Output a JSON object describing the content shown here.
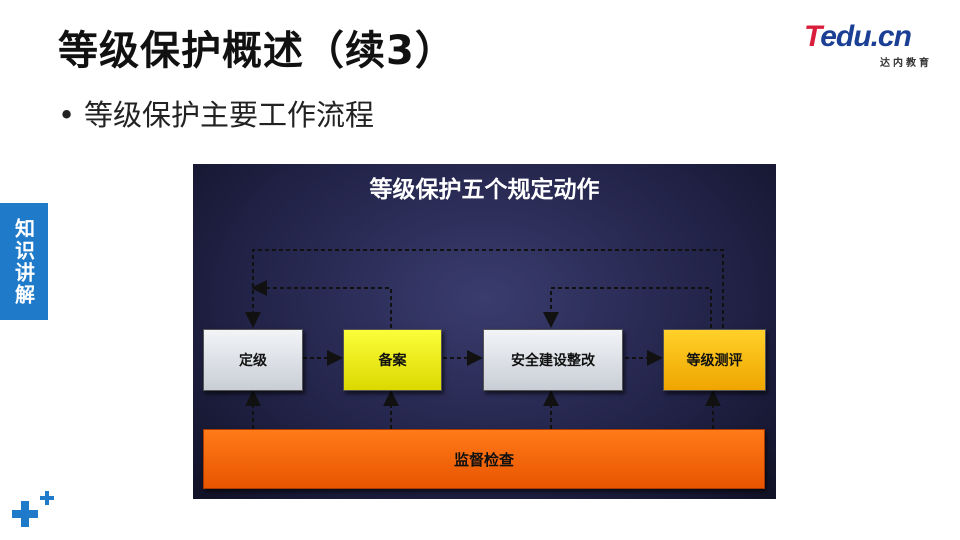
{
  "slide": {
    "title": "等级保护概述（续3）",
    "bullet": "等级保护主要工作流程",
    "side_tab": "知识讲解"
  },
  "logo": {
    "main_t": "T",
    "main_edu": "edu",
    "main_cn": ".cn",
    "sub": "达内教育",
    "colors": {
      "red": "#d81e3a",
      "blue": "#1b3f95"
    }
  },
  "diagram": {
    "title": "等级保护五个规定动作",
    "nodes": [
      {
        "label": "定级",
        "color": "#dfe3ea"
      },
      {
        "label": "备案",
        "color": "#f2f000"
      },
      {
        "label": "安全建设整改",
        "color": "#dfe3ea"
      },
      {
        "label": "等级测评",
        "color": "#f8b800"
      }
    ],
    "bottom": {
      "label": "监督检查",
      "color": "#ff6a00"
    },
    "background": "#2b2d58"
  }
}
